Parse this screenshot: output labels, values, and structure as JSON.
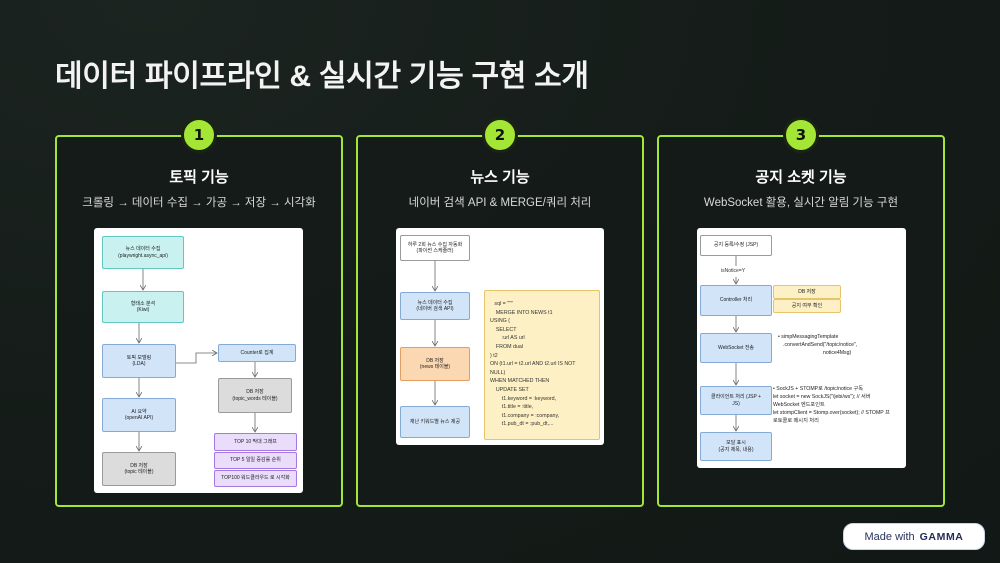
{
  "colors": {
    "background": "#131a17",
    "accent": "#a3e635",
    "card_title": "#ffffff",
    "card_subtitle": "#d9d9d9"
  },
  "title": "데이터 파이프라인 & 실시간 기능 구현 소개",
  "cards": [
    {
      "number": "1",
      "title": "토픽 기능",
      "subtitle": "크롤링 → 데이터 수집 → 가공 → 저장 → 시각화",
      "diagram": {
        "news_collect": [
          "뉴스 데이터 수집",
          "(playwright.async_api)"
        ],
        "morph": [
          "형태소 분석",
          "(Kiwi)"
        ],
        "topic_model": [
          "토픽 모델링",
          "(LDA)"
        ],
        "ai_summary": [
          "AI 요약",
          "(openAI API)"
        ],
        "db_topic": [
          "DB 저장",
          "(topic 테이블)"
        ],
        "counter": "Counter로 집계",
        "db_topic_words": [
          "DB 저장",
          "(topic_words 테이블)"
        ],
        "top10": "TOP 10 막대 그래프",
        "top5": "TOP 5 일일 증감률 순위",
        "top100": "TOP100 워드클라우드 로 시각화"
      }
    },
    {
      "number": "2",
      "title": "뉴스 기능",
      "subtitle": "네이버 검색 API & MERGE/쿼리 처리",
      "diagram": {
        "scheduler": [
          "하루 2회 뉴스 수집 자동화",
          "(파이썬 스케줄러)"
        ],
        "news_collect": [
          "뉴스 데이터 수집",
          "(네이버 검색 API)"
        ],
        "db_news": [
          "DB 저장",
          "(news 테이블)"
        ],
        "keyword_news": "재난 키워드별 뉴스 제공",
        "code": [
          "   sql = \"\"\"",
          "    MERGE INTO NEWS t1",
          "USING (",
          "    SELECT",
          "        :url AS url",
          "    FROM dual",
          ") t2",
          "ON (t1.url = t2.url AND t2.url IS NOT",
          "NULL)",
          "WHEN MATCHED THEN",
          "    UPDATE SET",
          "        t1.keyword = :keyword,",
          "        t1.title = :title,",
          "        t1.company = :company,",
          "        t1.pub_dt = :pub_dt,..."
        ]
      }
    },
    {
      "number": "3",
      "title": "공지 소켓 기능",
      "subtitle": "WebSocket 활용, 실시간 알림 기능 구현",
      "diagram": {
        "notice_edit": "공지 등록/수정 (JSP)",
        "condition": "isNotice=Y",
        "controller": "Controller 처리",
        "db_save": "DB 저장",
        "notice_check": "공지 여부 확인",
        "ws_send": "WebSocket 전송",
        "ws_note": [
          "• simpMessagingTemplate",
          ".convertAndSend(\"/topic/notice\",",
          "notice4Msg)"
        ],
        "client": [
          "클라이언트 처리 (JSP +",
          "JS)"
        ],
        "client_note": [
          "• SockJS + STOMP로 /topic/notice 구독",
          "let socket = new SockJS(\"/jebi/ws\"); // 서버",
          "WebSocket 엔드포인트",
          "let stompClient = Stomp.over(socket); // STOMP 프",
          "로토콜로 메시지 처리"
        ],
        "modal": [
          "모달 표시",
          "(공지 제목, 내용)"
        ]
      }
    }
  ],
  "badge": {
    "prefix": "Made with",
    "brand": "GAMMA"
  }
}
